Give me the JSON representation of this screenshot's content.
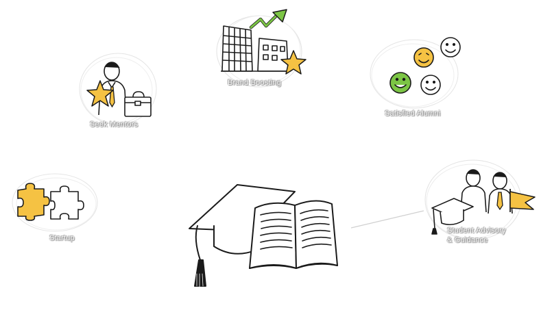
{
  "nodes": {
    "brand_boosting": {
      "label": "Brand Boosting"
    },
    "seek_mentors": {
      "label": "Seek Mentors"
    },
    "satisfied_alumni": {
      "label": "Satisfied Alumni"
    },
    "startup": {
      "label": "Startup"
    },
    "student_advisory": {
      "line1": "Student Advisory",
      "line2": "& Guidance"
    }
  },
  "colors": {
    "yellow": "#f5c243",
    "green": "#7cc545",
    "ink": "#1a1a1a",
    "halo": "#d9d9d9"
  },
  "icons": [
    "graduation-cap-icon",
    "open-book-icon",
    "buildings-icon",
    "growth-arrow-icon",
    "star-icon",
    "mentor-person-icon",
    "briefcase-icon",
    "smiley-face-icon",
    "puzzle-icon",
    "flag-icon"
  ]
}
